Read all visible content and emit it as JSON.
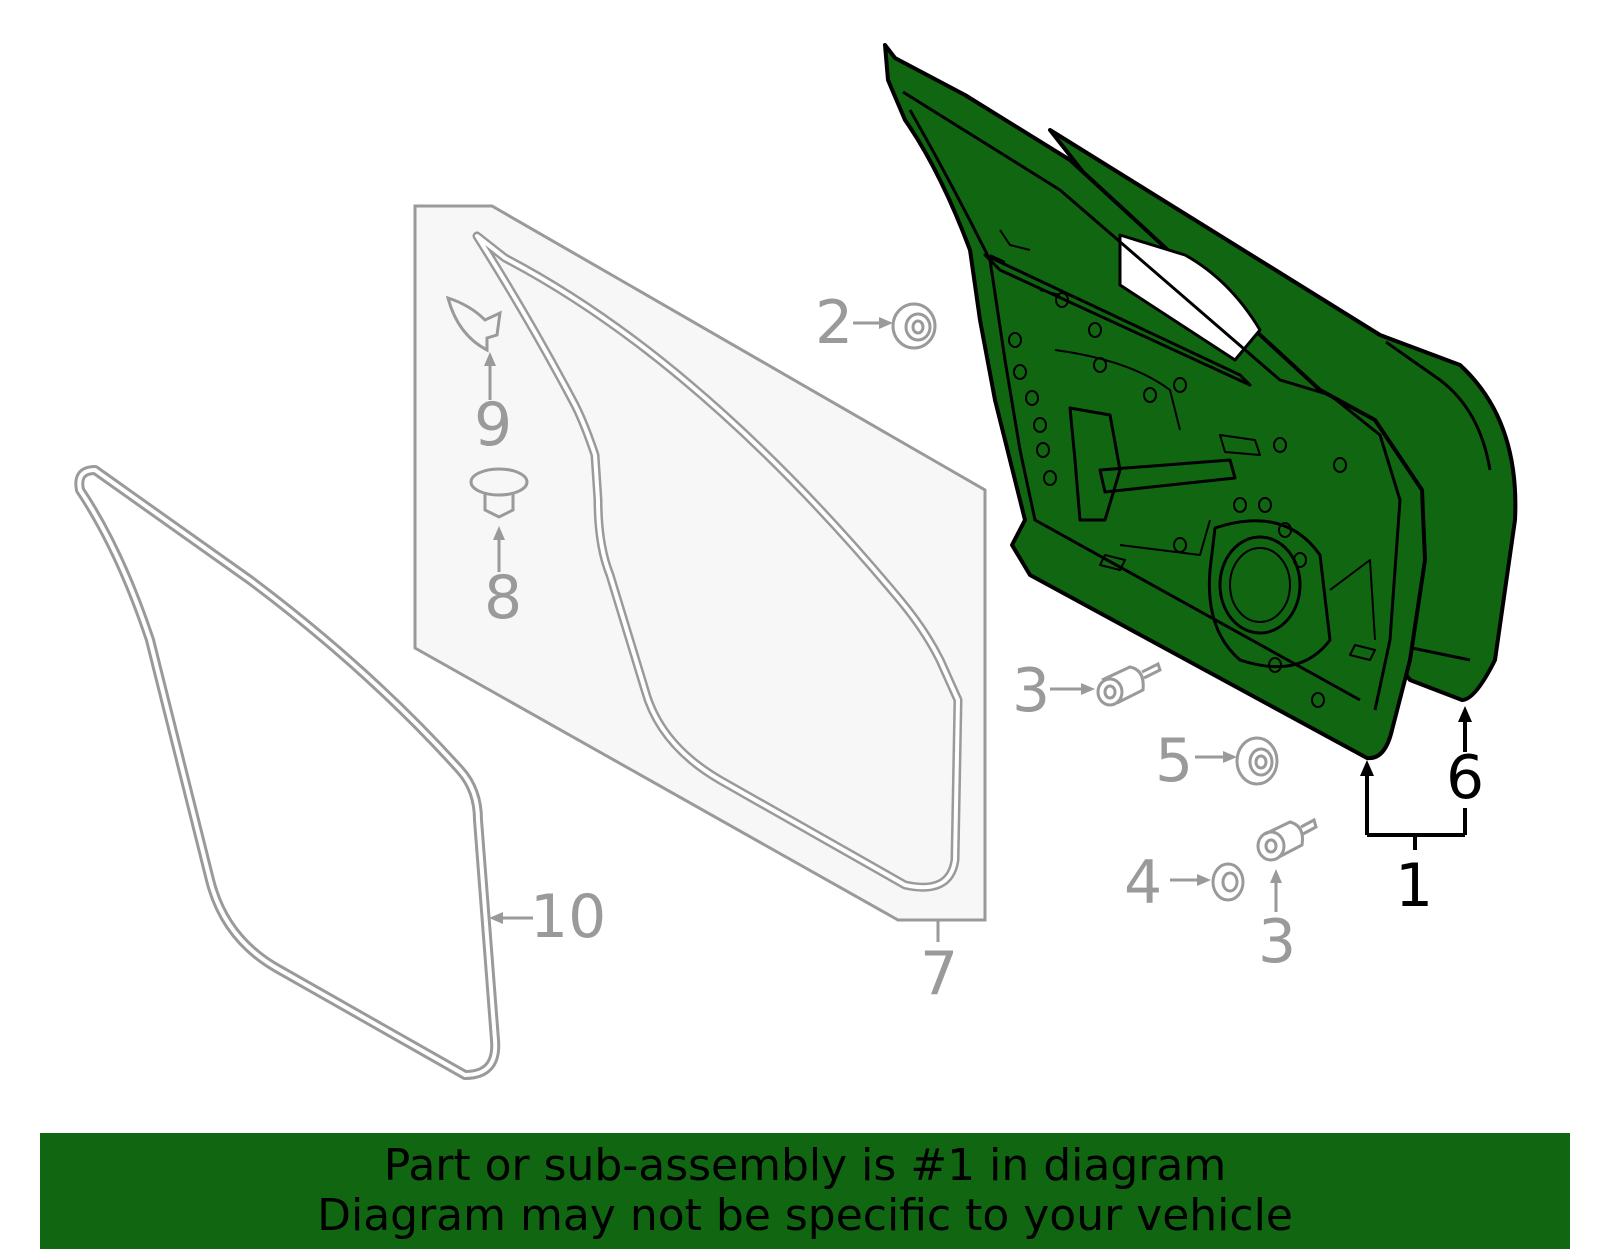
{
  "callouts": {
    "c1": "1",
    "c2": "2",
    "c3a": "3",
    "c3b": "3",
    "c4": "4",
    "c5": "5",
    "c6": "6",
    "c7": "7",
    "c8": "8",
    "c9": "9",
    "c10": "10"
  },
  "banner": {
    "line1": "Part or sub-assembly is #1 in diagram",
    "line2": "Diagram may not be specific to your vehicle"
  },
  "colors": {
    "highlight": "#116611",
    "inactive_line": "#9a9a9a",
    "active_line": "#000000"
  }
}
